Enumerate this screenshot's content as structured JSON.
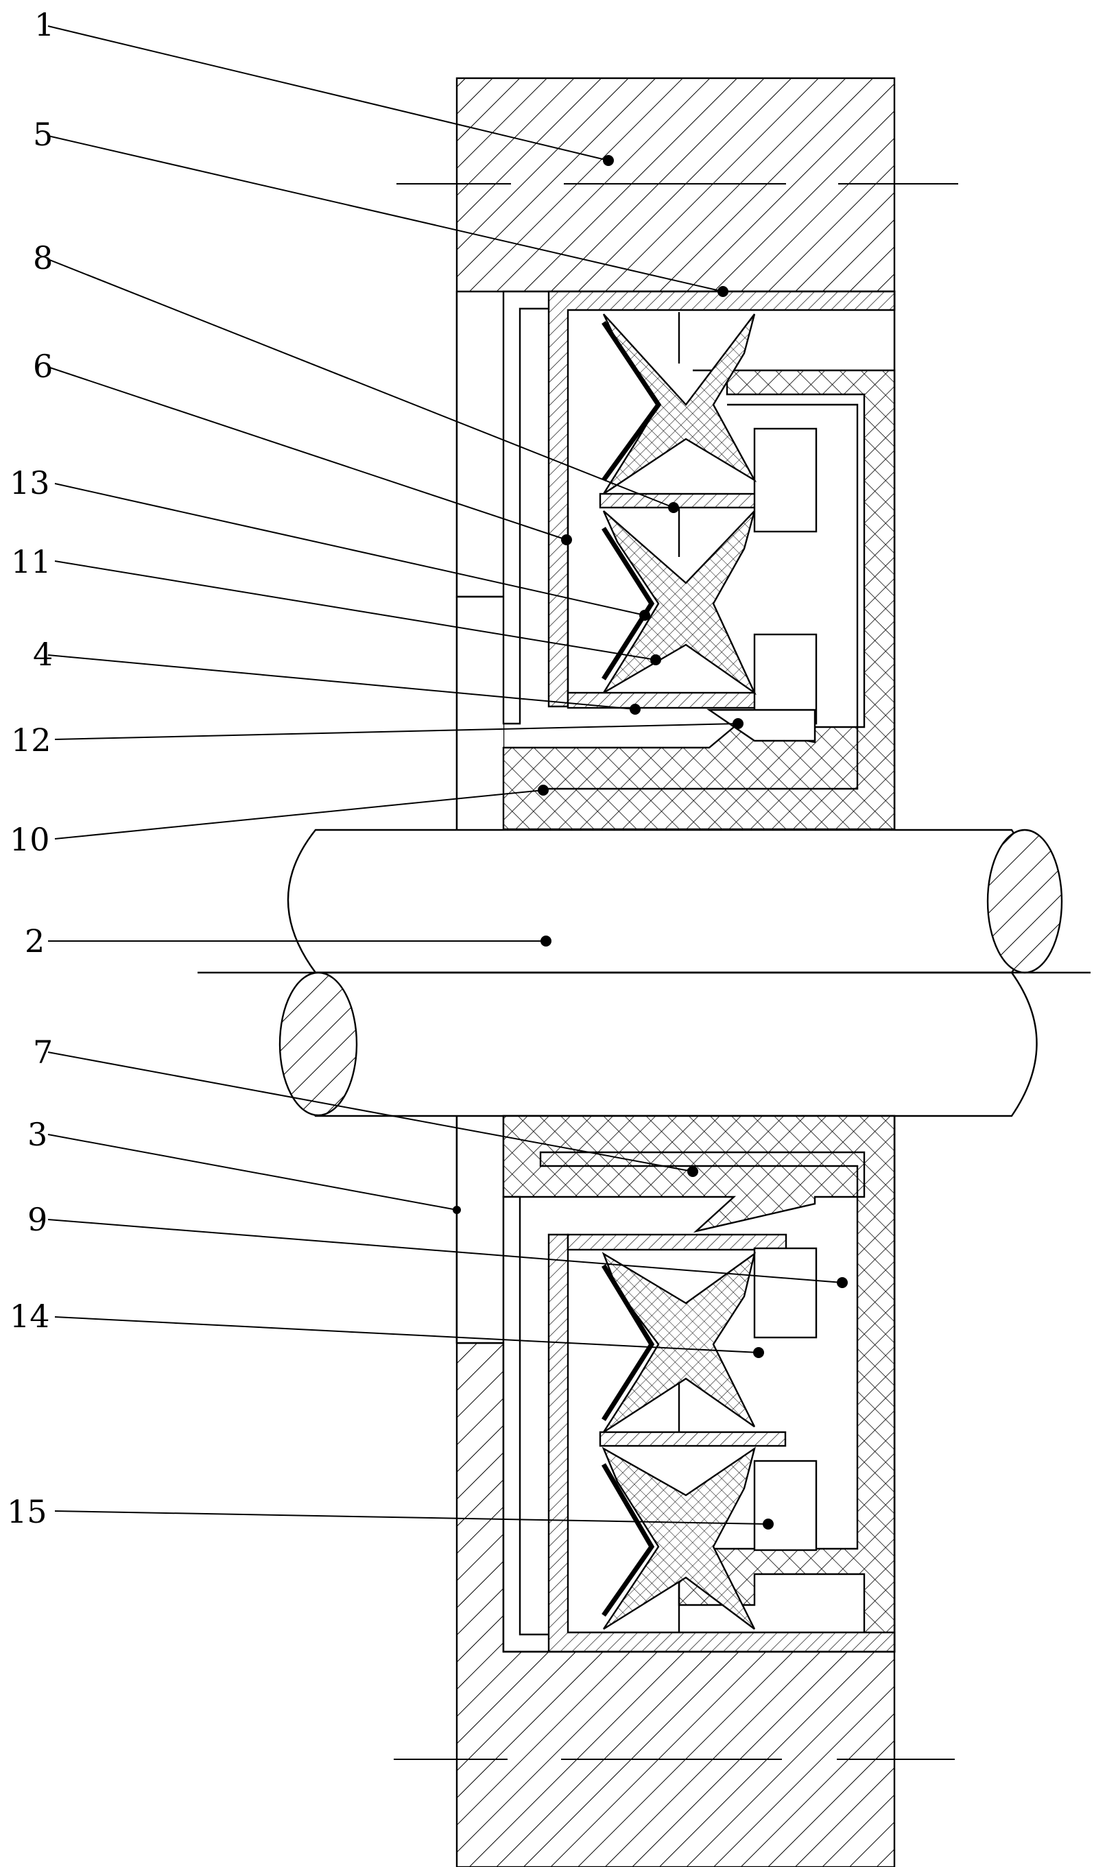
{
  "figure": {
    "callouts": [
      {
        "id": "1",
        "text": "1"
      },
      {
        "id": "5",
        "text": "5"
      },
      {
        "id": "8",
        "text": "8"
      },
      {
        "id": "6",
        "text": "6"
      },
      {
        "id": "13",
        "text": "13"
      },
      {
        "id": "11",
        "text": "11"
      },
      {
        "id": "4",
        "text": "4"
      },
      {
        "id": "12",
        "text": "12"
      },
      {
        "id": "10",
        "text": "10"
      },
      {
        "id": "2",
        "text": "2"
      },
      {
        "id": "7",
        "text": "7"
      },
      {
        "id": "3",
        "text": "3"
      },
      {
        "id": "9",
        "text": "9"
      },
      {
        "id": "14",
        "text": "14"
      },
      {
        "id": "15",
        "text": "15"
      }
    ],
    "colors": {
      "line": "#000000",
      "background": "#ffffff"
    }
  }
}
